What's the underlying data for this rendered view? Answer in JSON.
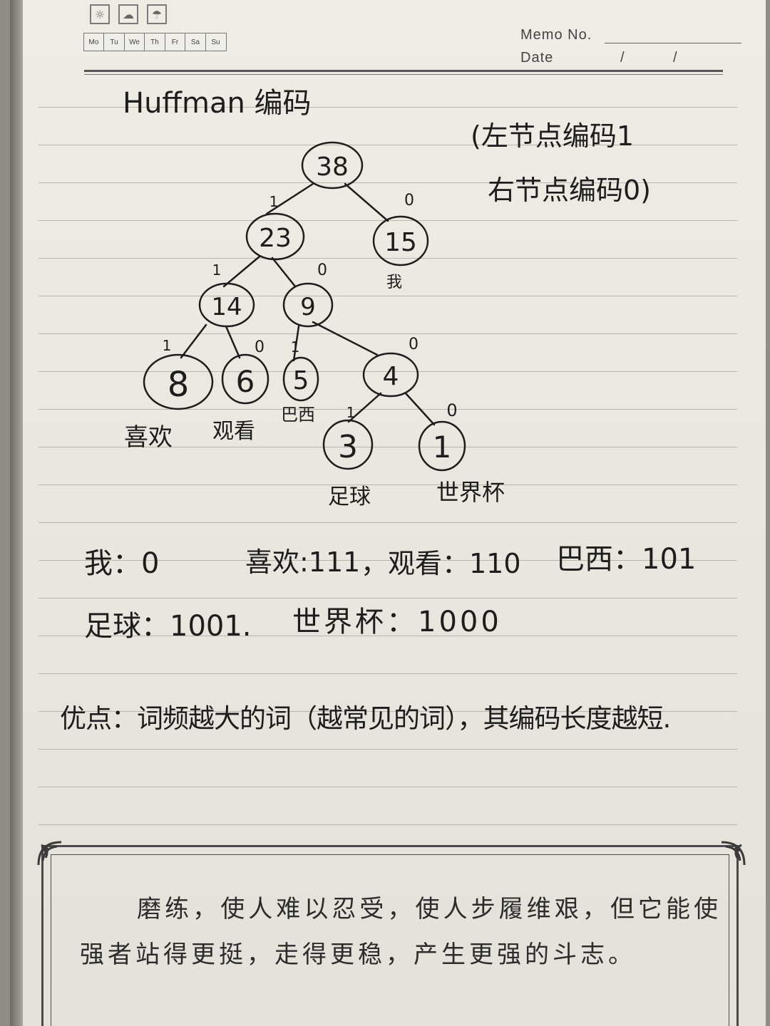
{
  "header": {
    "weather_icons": [
      "sun-icon",
      "cloud-icon",
      "umbrella-icon"
    ],
    "days": [
      "Mo",
      "Tu",
      "We",
      "Th",
      "Fr",
      "Sa",
      "Su"
    ],
    "memo_label": "Memo No.",
    "date_label": "Date",
    "date_sep1": "/",
    "date_sep2": "/"
  },
  "notes": {
    "title": "Huffman 编码",
    "rule_line1": "(左节点编码1",
    "rule_line2": "右节点编码0)",
    "tree": {
      "nodes": {
        "n38": "38",
        "n23": "23",
        "n15": "15",
        "n14": "14",
        "n9": "9",
        "n8": "8",
        "n6": "6",
        "n5": "5",
        "n4": "4",
        "n3": "3",
        "n1": "1"
      },
      "edges": {
        "e38_23": "1",
        "e38_15": "0",
        "e23_14": "1",
        "e23_9": "0",
        "e14_8": "1",
        "e14_6": "0",
        "e9_5": "1",
        "e9_4": "0",
        "e4_3": "1",
        "e4_1": "0"
      },
      "words": {
        "w15": "我",
        "w8": "喜欢",
        "w6": "观看",
        "w5": "巴西",
        "w3": "足球",
        "w1": "世界杯"
      }
    },
    "codes_line1": {
      "a": "我：0",
      "b": "喜欢:111",
      "c": "，观看：110",
      "d": "巴西：101"
    },
    "codes_line2": {
      "a": "足球：1001.",
      "b": "世界杯：1000"
    },
    "advantage": "优点：词频越大的词（越常见的词），其编码长度越短."
  },
  "footer": {
    "quote": "磨练，使人难以忍受，使人步履维艰，但它能使强者站得更挺，走得更稳，产生更强的斗志。"
  }
}
